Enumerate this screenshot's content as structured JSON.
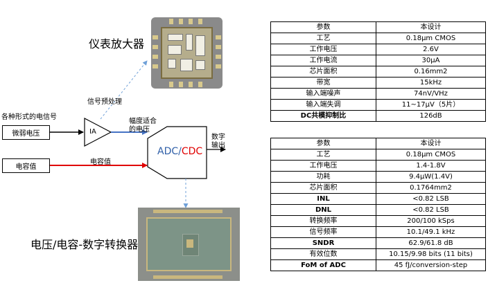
{
  "diagram": {
    "label_amplifier": "仪表放大器",
    "label_preprocess": "信号预处理",
    "label_signal_forms": "各种形式的电信号",
    "box_weak_voltage": "微弱电压",
    "box_capacitance": "电容值",
    "ia_label": "IA",
    "label_amplitude_1": "幅度适合",
    "label_amplitude_2": "的电压",
    "label_cap_value": "电容值",
    "adc_part": "ADC",
    "slash": "/",
    "cdc_part": "CDC",
    "digital_out_1": "数字",
    "digital_out_2": "输出",
    "label_converter": "电压/电容-数字转换器",
    "colors": {
      "blue_arrow": "#4472c4",
      "red_arrow": "#e00000",
      "adc_text": "#2f5fa8",
      "cdc_text": "#e00000",
      "dashed": "#6fa0d8"
    }
  },
  "table1": {
    "header": [
      "参数",
      "本设计"
    ],
    "rows": [
      [
        "工艺",
        "0.18μm CMOS"
      ],
      [
        "工作电压",
        "2.6V"
      ],
      [
        "工作电流",
        "30μA"
      ],
      [
        "芯片面积",
        "0.16mm2"
      ],
      [
        "带宽",
        "15kHz"
      ],
      [
        "输入端噪声",
        "74nV/VHz"
      ],
      [
        "输入端失调",
        "11~17μV（5片）"
      ],
      [
        "DC共模抑制比",
        "126dB"
      ]
    ]
  },
  "table2": {
    "header": [
      "参数",
      "本设计"
    ],
    "rows": [
      [
        "工艺",
        "0.18μm CMOS"
      ],
      [
        "工作电压",
        "1.4-1.8V"
      ],
      [
        "功耗",
        "9.4μW(1.4V)"
      ],
      [
        "芯片面积",
        "0.1764mm2"
      ],
      [
        "INL",
        "<0.82 LSB"
      ],
      [
        "DNL",
        "<0.82 LSB"
      ],
      [
        "转换频率",
        "200/100 kSps"
      ],
      [
        "信号频率",
        "10.1/49.1 kHz"
      ],
      [
        "SNDR",
        "62.9/61.8 dB"
      ],
      [
        "有效位数",
        "10.15/9.98 bits (11 bits)"
      ],
      [
        "FoM of ADC",
        "45 fJ/conversion-step"
      ]
    ]
  }
}
